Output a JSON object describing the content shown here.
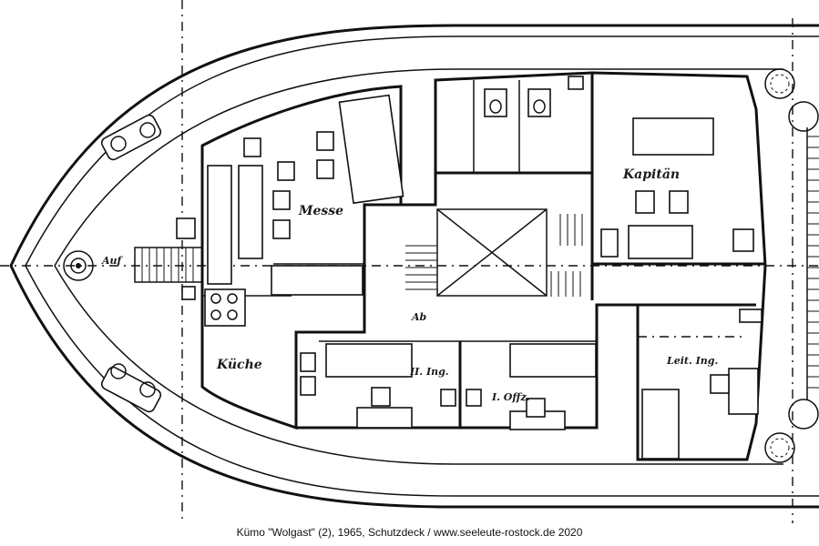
{
  "labels": {
    "messe": "Messe",
    "kueche": "Küche",
    "kapitaen": "Kapitän",
    "ii_ing": "II. Ing.",
    "i_offz": "I. Offz.",
    "leit_ing": "Leit. Ing.",
    "auf": "Auf",
    "ab": "Ab"
  },
  "caption": "Kümo \"Wolgast\" (2), 1965, Schutzdeck / www.seeleute-rostock.de 2020"
}
